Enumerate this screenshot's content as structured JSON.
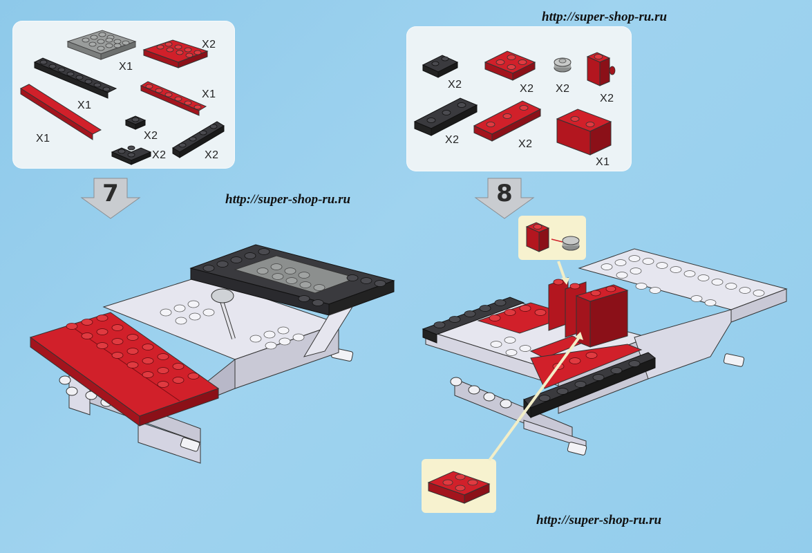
{
  "watermarks": {
    "top": "http://super-shop-ru.ru",
    "middle": "http://super-shop-ru.ru",
    "bottom": "http://super-shop-ru.ru"
  },
  "steps": [
    {
      "number": "7",
      "parts": [
        {
          "icon": "gray-plate-4x4-icon",
          "qty": "X1"
        },
        {
          "icon": "red-plate-2x4-icon",
          "qty": "X2"
        },
        {
          "icon": "black-plate-1x8-icon",
          "qty": "X1"
        },
        {
          "icon": "red-plate-1x6-icon",
          "qty": "X1"
        },
        {
          "icon": "red-tile-1x8-icon",
          "qty": "X1"
        },
        {
          "icon": "black-plate-1x1-icon",
          "qty": "X2"
        },
        {
          "icon": "black-corner-plate-icon",
          "qty": "X2"
        },
        {
          "icon": "black-plate-1x4-icon",
          "qty": "X2"
        }
      ]
    },
    {
      "number": "8",
      "parts": [
        {
          "icon": "black-plate-1x2-icon",
          "qty": "X2"
        },
        {
          "icon": "red-plate-2x2-icon",
          "qty": "X2"
        },
        {
          "icon": "gray-round-stud-icon",
          "qty": "X2"
        },
        {
          "icon": "red-brick-1x1-side-stud-icon",
          "qty": "X2"
        },
        {
          "icon": "black-plate-1x3-icon",
          "qty": "X2"
        },
        {
          "icon": "red-plate-1x3-icon",
          "qty": "X2"
        },
        {
          "icon": "red-brick-1x2-icon",
          "qty": "X1"
        }
      ]
    }
  ],
  "colors": {
    "background": "#93cdec",
    "panel": "#ecf3f6",
    "red": "#d1202a",
    "black": "#3a3a3e",
    "gray": "#8c8f8e",
    "white_brick": "#e6e6ef",
    "callout": "#f7f2cf"
  }
}
